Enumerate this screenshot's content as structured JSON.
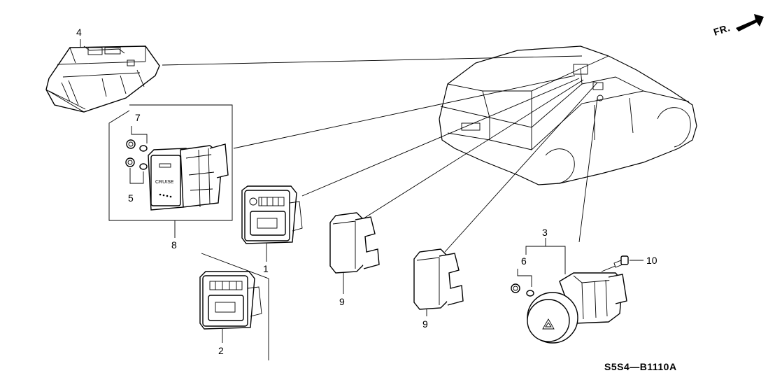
{
  "diagram": {
    "code": "S5S4—B1110A",
    "direction_label": "FR.",
    "part_numbers": {
      "p1": "1",
      "p2": "2",
      "p3": "3",
      "p4": "4",
      "p5": "5",
      "p6": "6",
      "p7": "7",
      "p8": "8",
      "p9a": "9",
      "p9b": "9",
      "p10": "10"
    },
    "switch_text": {
      "cruise": "CRUISE"
    }
  }
}
